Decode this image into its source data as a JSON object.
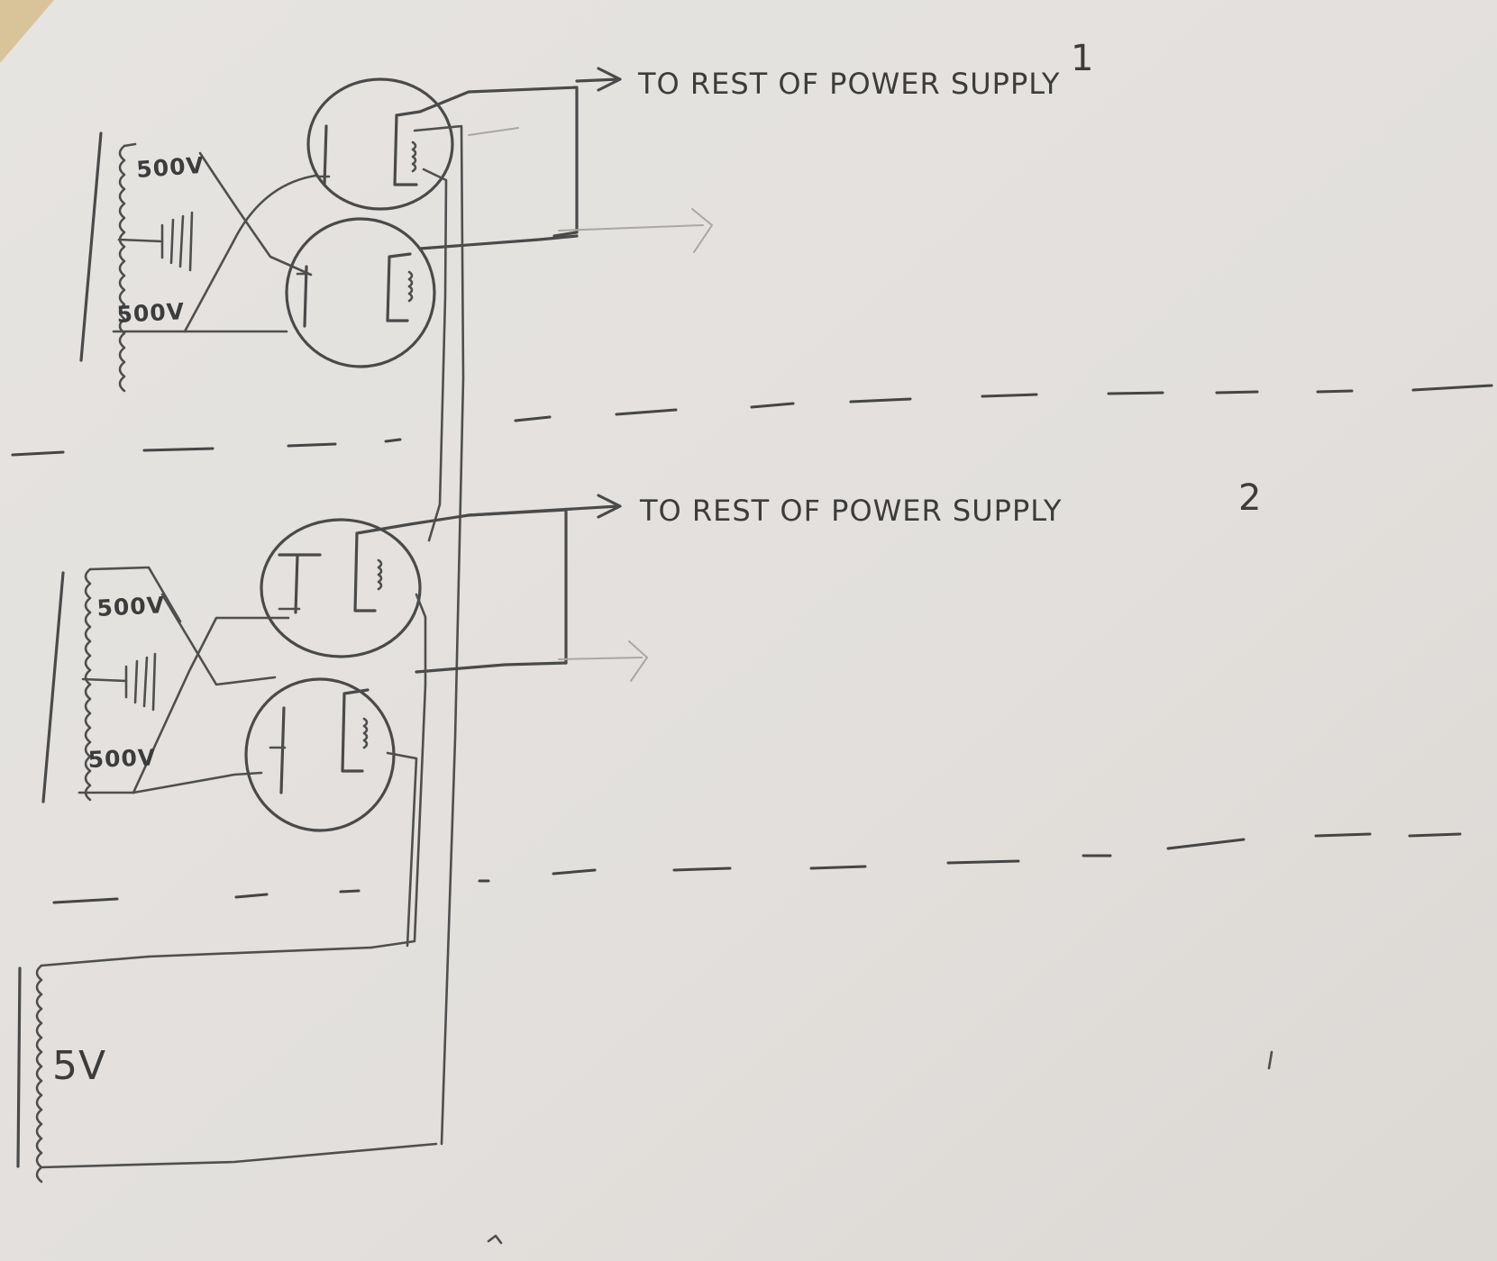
{
  "labels": {
    "output_1": "TO REST OF POWER SUPPLY",
    "output_1_number": "1",
    "output_2": "TO REST OF POWER SUPPLY",
    "output_2_number": "2",
    "supply_1_upper_winding": "500V",
    "supply_1_lower_winding": "500V",
    "supply_2_upper_winding": "500V",
    "supply_2_lower_winding": "500V",
    "filament_winding": "5V"
  },
  "colors": {
    "paper": "#e3e0dd",
    "ink": "#4a4a4a",
    "faint_pencil": "#aaa7a4"
  }
}
